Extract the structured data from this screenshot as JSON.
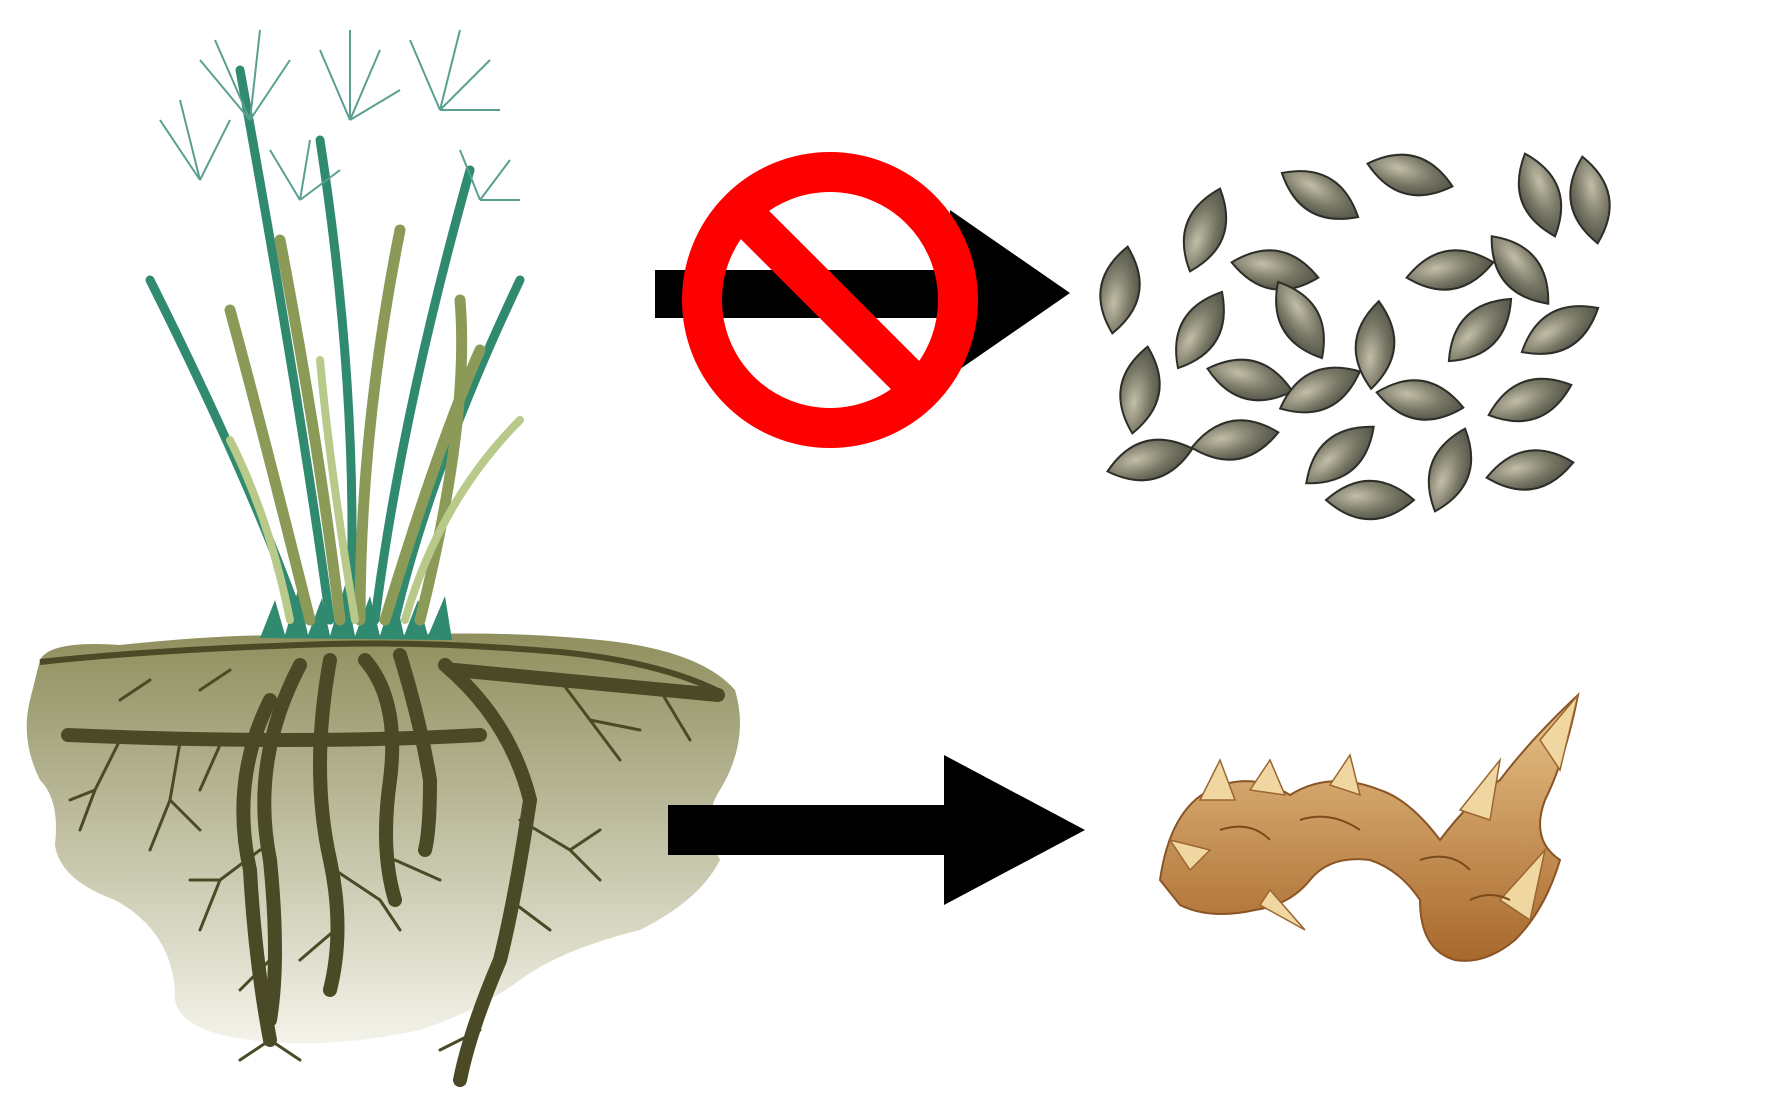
{
  "diagram": {
    "nodes": [
      {
        "id": "plant",
        "icon": "grass-plant-with-roots-icon"
      },
      {
        "id": "seeds",
        "icon": "seeds-icon"
      },
      {
        "id": "rhizome",
        "icon": "rhizome-icon"
      }
    ],
    "edges": [
      {
        "from": "plant",
        "to": "seeds",
        "blocked": true
      },
      {
        "from": "plant",
        "to": "rhizome",
        "blocked": false
      }
    ]
  },
  "colors": {
    "background": "#ffffff",
    "arrow": "#000000",
    "prohibition": "#ff0000",
    "soil_top": "#8f8f5e",
    "soil_bottom": "#f2f1e6",
    "root": "#4a4a26",
    "leaf_dark": "#2f8a6f",
    "leaf_olive": "#8c9a58",
    "leaf_light": "#b8c98a",
    "seed_fill": "#6f6f5e",
    "seed_light": "#b5b19c",
    "rhizome": "#c8924e",
    "rhizome_light": "#e8c890"
  }
}
